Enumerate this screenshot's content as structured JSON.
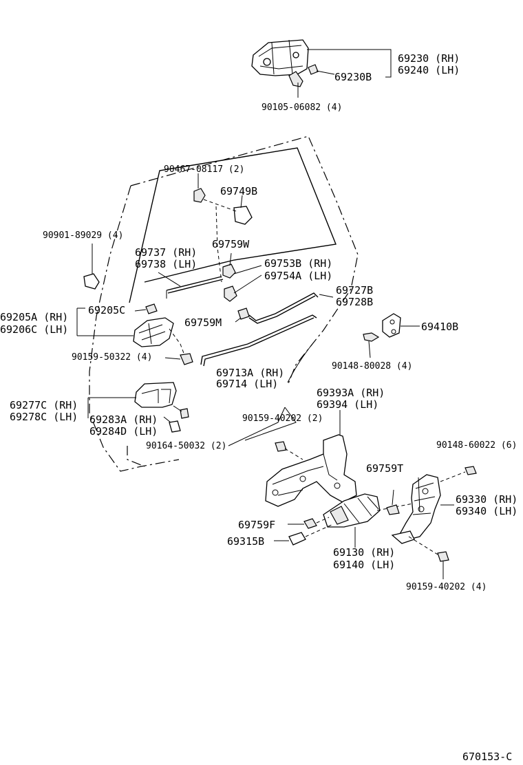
{
  "labels": {
    "p69230": "69230 (RH)",
    "p69240": "69240 (LH)",
    "p69230B": "69230B",
    "p90105": "90105-06082 (4)",
    "p90467": "90467-08117 (2)",
    "p69749B": "69749B",
    "p90901": "90901-89029 (4)",
    "p69759W": "69759W",
    "p69737": "69737 (RH)",
    "p69738": "69738 (LH)",
    "p69753B": "69753B (RH)",
    "p69754A": "69754A (LH)",
    "p69205C": "69205C",
    "p69205A": "69205A (RH)",
    "p69206C": "69206C (LH)",
    "p69727B": "69727B",
    "p69728B": "69728B",
    "p69759M": "69759M",
    "p69410B": "69410B",
    "p90159_50322": "90159-50322 (4)",
    "p90148_80028": "90148-80028 (4)",
    "p69713A": "69713A (RH)",
    "p69714": "69714  (LH)",
    "p69393A": "69393A (RH)",
    "p69394": "69394  (LH)",
    "p69277C": "69277C (RH)",
    "p69278C": "69278C (LH)",
    "p90159_40202_2": "90159-40202 (2)",
    "p69283A": "69283A (RH)",
    "p69284D": "69284D (LH)",
    "p90164": "90164-50032 (2)",
    "p90148_60022": "90148-60022 (6)",
    "p69759T": "69759T",
    "p69330": "69330 (RH)",
    "p69340": "69340 (LH)",
    "p69759F": "69759F",
    "p69315B": "69315B",
    "p69130": "69130 (RH)",
    "p69140": "69140 (LH)",
    "p90159_40202_4": "90159-40202 (4)",
    "figure_code": "670153-C"
  }
}
